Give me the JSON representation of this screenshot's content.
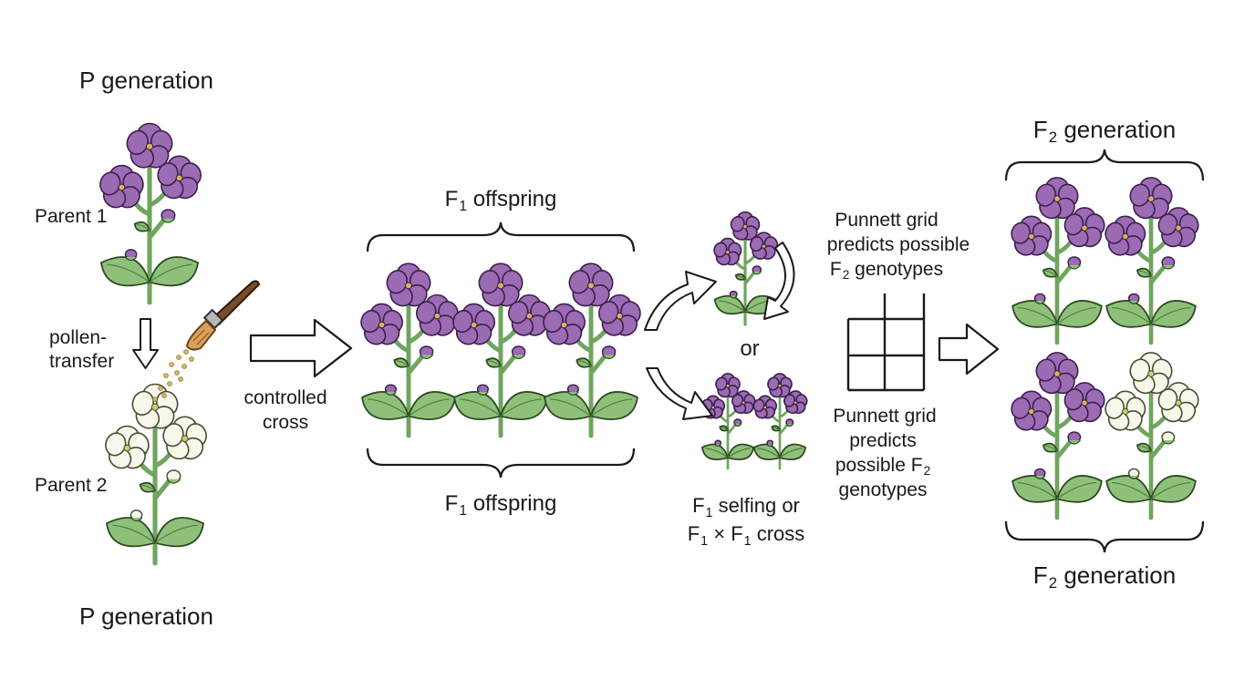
{
  "colors": {
    "flower_purple": "#9b6bb3",
    "flower_purple_outline": "#3c1f4d",
    "flower_white": "#f7f8ec",
    "flower_white_outline": "#4a4a32",
    "leaf_green": "#8ec07a",
    "stem_green": "#6fa55e",
    "outline": "#1a1a1a",
    "brush_handle": "#7a4c2a",
    "brush_bristles": "#d9a05b",
    "pollen": "#d9b860"
  },
  "labels": {
    "p_generation_top": "P generation",
    "p_generation_bottom": "P generation",
    "parent_1": "Parent 1",
    "parent_2": "Parent 2",
    "pollen_transfer_line1": "pollen-",
    "pollen_transfer_line2": "transfer",
    "controlled_cross_line1": "controlled",
    "controlled_cross_line2": "cross",
    "f1_offspring_top": {
      "letter": "F",
      "sub": "1",
      "text": " offspring"
    },
    "f1_offspring_bottom": {
      "letter": "F",
      "sub": "1",
      "text": " offspring"
    },
    "or": "or",
    "selfing_line1": {
      "letter": "F",
      "sub": "1",
      "text": " selfing or"
    },
    "selfing_line2": {
      "a": "F",
      "a_sub": "1",
      "mid": " × F",
      "b_sub": "1",
      "text": " cross"
    },
    "punnett_top_line1": "Punnett grid",
    "punnett_top_line2": "predicts possible",
    "punnett_top_line3": {
      "letter": "F",
      "sub": "2",
      "text": " genotypes"
    },
    "punnett_bottom_line1": "Punnett grid",
    "punnett_bottom_line2": "predicts",
    "punnett_bottom_line3": {
      "text": "possible F",
      "sub": "2"
    },
    "punnett_bottom_line4": "genotypes",
    "f2_generation_top": {
      "letter": "F",
      "sub": "2",
      "text": " generation"
    },
    "f2_generation_bottom": {
      "letter": "F",
      "sub": "2",
      "text": " generation"
    }
  },
  "plants": {
    "parent_1": "purple",
    "parent_2": "white",
    "f1_offspring": [
      "purple",
      "purple",
      "purple"
    ],
    "f1_selfing_plant": "purple",
    "f1_cross_plants": [
      "purple",
      "purple"
    ],
    "f2_generation": [
      "purple",
      "purple",
      "purple",
      "white"
    ]
  }
}
